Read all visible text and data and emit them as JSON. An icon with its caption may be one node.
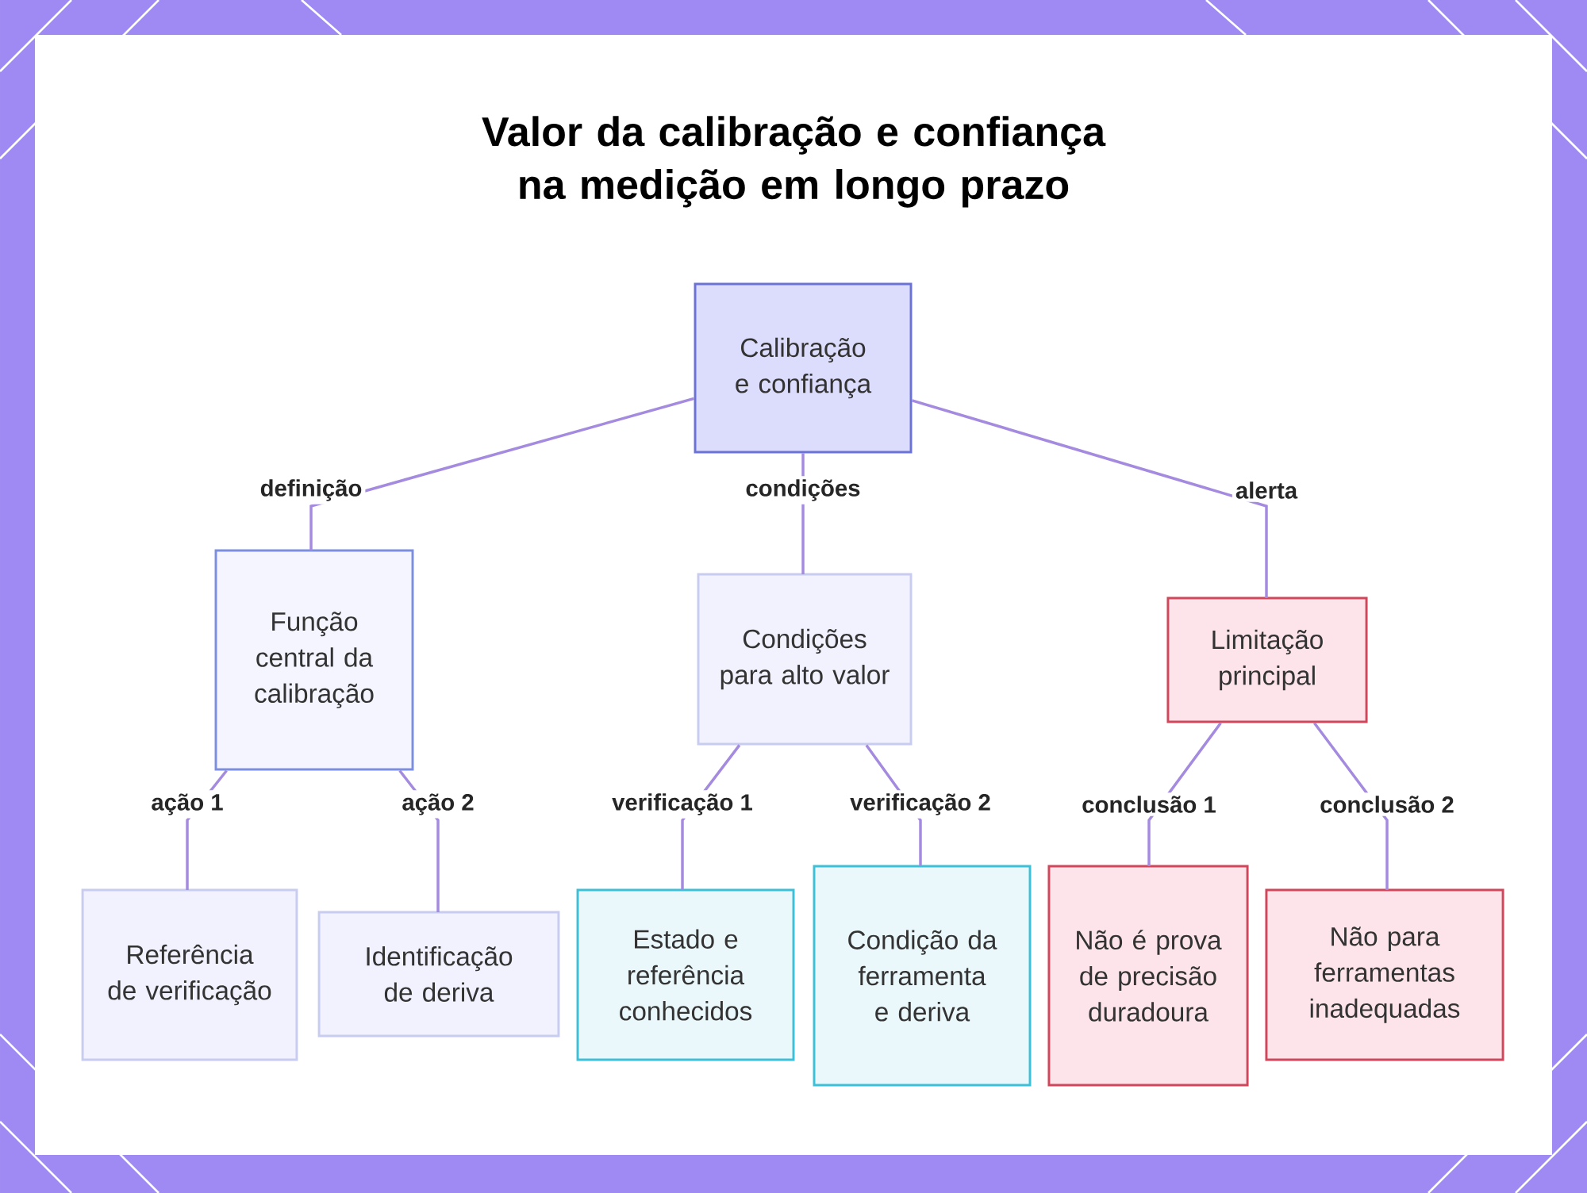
{
  "diagram": {
    "title": "Valor da calibração e confiança na medição em longo prazo",
    "nodes": [
      {
        "text": [
          "Calibração e confiança"
        ]
      },
      {
        "text": [
          "Função central da calibração"
        ]
      },
      {
        "text": [
          "Condições para alto valor"
        ]
      },
      {
        "text": [
          "Limitação principal"
        ]
      },
      {
        "text": [
          "Referência de verificação"
        ]
      },
      {
        "text": [
          "Identificação de deriva"
        ]
      },
      {
        "text": [
          "Estado e referência conhecidos"
        ]
      },
      {
        "text": [
          "Condição da ferramenta e deriva"
        ]
      },
      {
        "text": [
          "Não é prova de precisão duradoura"
        ]
      },
      {
        "text": [
          "Não para ferramentas inadequadas"
        ]
      }
    ],
    "edges": [
      {
        "from": 0,
        "to": 1,
        "arrow": "none",
        "label": "definição"
      },
      {
        "from": 0,
        "to": 2,
        "arrow": "none",
        "label": "condições"
      },
      {
        "from": 0,
        "to": 3,
        "arrow": "none",
        "label": "alerta"
      },
      {
        "from": 1,
        "to": 4,
        "arrow": "none",
        "label": "ação 1"
      },
      {
        "from": 1,
        "to": 5,
        "arrow": "none",
        "label": "ação 2"
      },
      {
        "from": 2,
        "to": 6,
        "arrow": "none",
        "label": "verificação 1"
      },
      {
        "from": 2,
        "to": 7,
        "arrow": "none",
        "label": "verificação 2"
      },
      {
        "from": 3,
        "to": 8,
        "arrow": "none",
        "label": "conclusão 1"
      },
      {
        "from": 3,
        "to": 9,
        "arrow": "none",
        "label": "conclusão 2"
      }
    ]
  }
}
